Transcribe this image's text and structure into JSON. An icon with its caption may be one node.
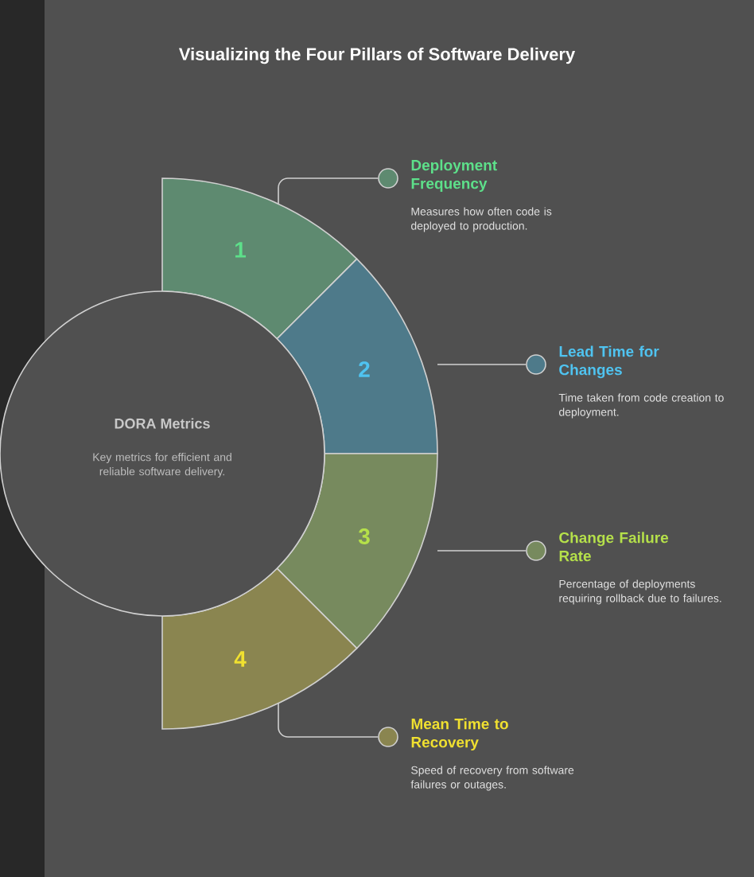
{
  "diagram": {
    "title": "Visualizing the Four Pillars of Software Delivery",
    "nodes": [
      {
        "text": [
          "DORA Metrics",
          "Key metrics for efficient and reliable software delivery."
        ]
      },
      {
        "text": [
          "1"
        ]
      },
      {
        "text": [
          "2"
        ]
      },
      {
        "text": [
          "3"
        ]
      },
      {
        "text": [
          "4"
        ]
      },
      {
        "text": [
          "Deployment Frequency",
          "Measures how often code is deployed to production."
        ]
      },
      {
        "text": [
          "Lead Time for Changes",
          "Time taken from code creation to deployment."
        ]
      },
      {
        "text": [
          "Change Failure Rate",
          "Percentage of deployments requiring rollback due to failures."
        ]
      },
      {
        "text": [
          "Mean Time to Recovery",
          "Speed of recovery from software failures or outages."
        ]
      }
    ],
    "edges": [
      {
        "from": 1,
        "to": 5,
        "arrow": "none"
      },
      {
        "from": 2,
        "to": 6,
        "arrow": "none"
      },
      {
        "from": 3,
        "to": 7,
        "arrow": "none"
      },
      {
        "from": 4,
        "to": 8,
        "arrow": "none"
      }
    ]
  }
}
